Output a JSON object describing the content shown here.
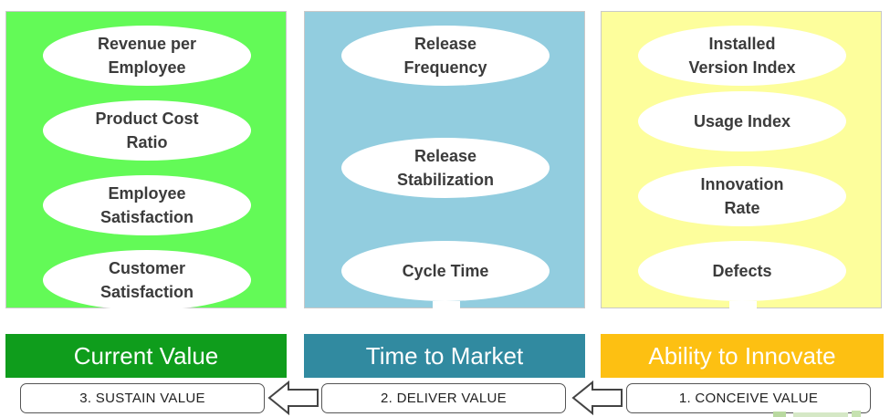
{
  "colors": {
    "current_panel": "#63fa57",
    "market_panel": "#92cddf",
    "innovate_panel": "#fdfe9c",
    "current_banner": "#0f9d1c",
    "market_banner": "#318aa0",
    "innovate_banner": "#fdc012"
  },
  "panels": [
    {
      "items": [
        "Revenue per\nEmployee",
        "Product Cost\nRatio",
        "Employee\nSatisfaction",
        "Customer\nSatisfaction"
      ]
    },
    {
      "items": [
        "Release\nFrequency",
        "Release\nStabilization",
        "Cycle Time"
      ]
    },
    {
      "items": [
        "Installed\nVersion Index",
        "Usage Index",
        "Innovation\nRate",
        "Defects"
      ]
    }
  ],
  "banners": [
    "Current Value",
    "Time to Market",
    "Ability to Innovate"
  ],
  "steps": [
    "3. SUSTAIN VALUE",
    "2. DELIVER VALUE",
    "1. CONCEIVE VALUE"
  ]
}
